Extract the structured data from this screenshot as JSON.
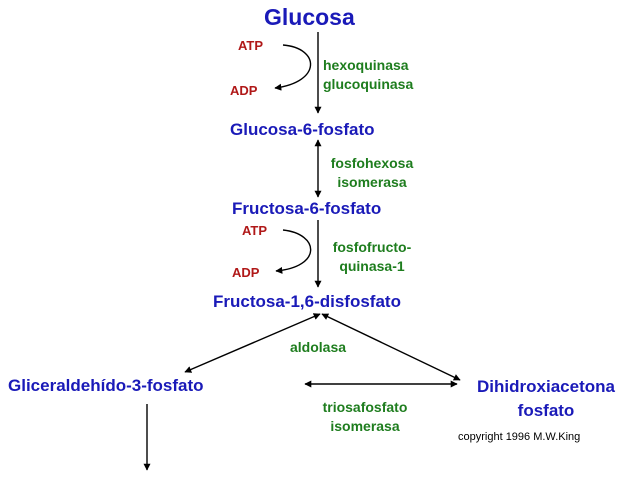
{
  "colors": {
    "metabolite": "#1a1ab8",
    "enzyme": "#1e7d1e",
    "cofactor": "#b01818",
    "arrow": "#000000"
  },
  "metabolites": {
    "glucosa": "Glucosa",
    "g6p": "Glucosa-6-fosfato",
    "f6p": "Fructosa-6-fosfato",
    "f16bp": "Fructosa-1,6-disfosfato",
    "gap": "Gliceraldehído-3-fosfato",
    "dhap_line1": "Dihidroxiacetona",
    "dhap_line2": "fosfato"
  },
  "enzymes": {
    "step1_line1": "hexoquinasa",
    "step1_line2": "glucoquinasa",
    "step2_line1": "fosfohexosa",
    "step2_line2": "isomerasa",
    "step3_line1": "fosfofructo-",
    "step3_line2": "quinasa-1",
    "step4": "aldolasa",
    "step5_line1": "triosafosfato",
    "step5_line2": "isomerasa"
  },
  "cofactors": {
    "step1_in": "ATP",
    "step1_out": "ADP",
    "step3_in": "ATP",
    "step3_out": "ADP"
  },
  "copyright": "copyright 1996 M.W.King"
}
